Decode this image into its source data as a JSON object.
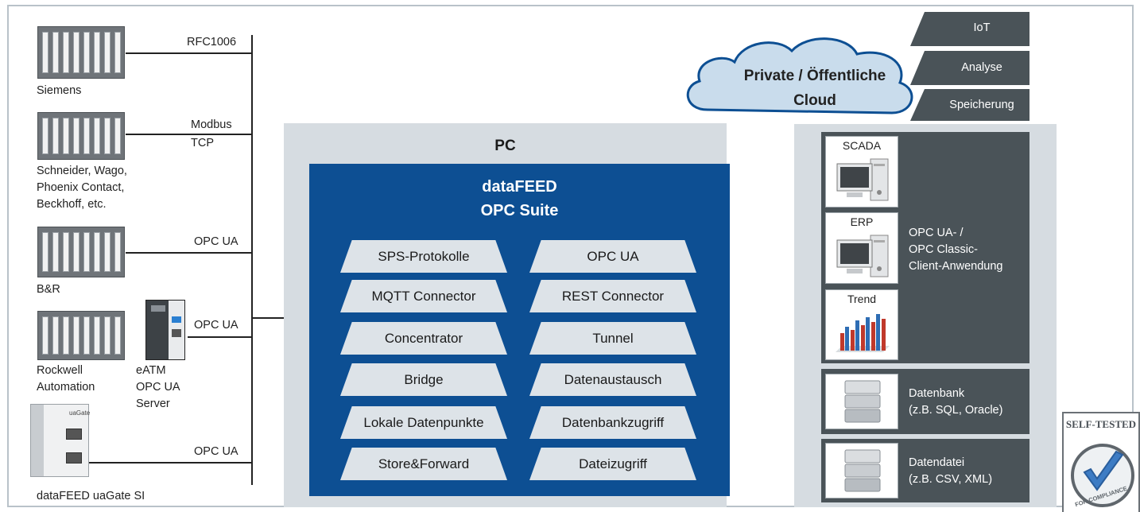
{
  "devices": {
    "siemens": {
      "label": "Siemens",
      "protocol": "RFC1006"
    },
    "schneider": {
      "label_lines": [
        "Schneider, Wago,",
        "Phoenix Contact,",
        "Beckhoff, etc."
      ],
      "protocol_lines": [
        "Modbus",
        "TCP"
      ]
    },
    "br": {
      "label": "B&R",
      "protocol": "OPC UA"
    },
    "rockwell": {
      "label_lines": [
        "Rockwell",
        "Automation"
      ],
      "protocol": "OPC UA"
    },
    "eatm": {
      "label_lines": [
        "eATM",
        "OPC UA",
        "Server"
      ]
    },
    "uagate": {
      "label": "dataFEED uaGate SI",
      "protocol": "OPC UA",
      "device_text": "uaGate"
    }
  },
  "pc": {
    "title": "PC",
    "suite_title_lines": [
      "dataFEED",
      "OPC Suite"
    ],
    "modules": [
      [
        "SPS-Protokolle",
        "OPC UA"
      ],
      [
        "MQTT Connector",
        "REST Connector"
      ],
      [
        "Concentrator",
        "Tunnel"
      ],
      [
        "Bridge",
        "Datenaustausch"
      ],
      [
        "Lokale Datenpunkte",
        "Datenbankzugriff"
      ],
      [
        "Store&Forward",
        "Dateizugriff"
      ]
    ]
  },
  "cloud": {
    "title_lines": [
      "Private / Öffentliche",
      "Cloud"
    ],
    "services": [
      "IoT",
      "Analyse",
      "Speicherung"
    ]
  },
  "clients": {
    "apps": [
      {
        "label": "SCADA",
        "icon": "computer-icon"
      },
      {
        "label": "ERP",
        "icon": "computer-icon"
      },
      {
        "label": "Trend",
        "icon": "trend-chart-icon"
      }
    ],
    "apps_text_lines": [
      "OPC UA- /",
      "OPC Classic-",
      "Client-Anwendung"
    ],
    "database": {
      "text_lines": [
        "Datenbank",
        "(z.B. SQL, Oracle)"
      ],
      "icon": "database-icon"
    },
    "datafile": {
      "text_lines": [
        "Datendatei",
        "(z.B. CSV, XML)"
      ],
      "icon": "database-icon"
    }
  },
  "badge": {
    "top_text": "SELF-TESTED",
    "bottom_text": "FOR COMPLIANCE"
  },
  "colors": {
    "suite_blue": "#0d4f93",
    "panel_grey": "#d6dce1",
    "dark_slate": "#4a5358",
    "cloud_fill": "#c9dcec"
  }
}
